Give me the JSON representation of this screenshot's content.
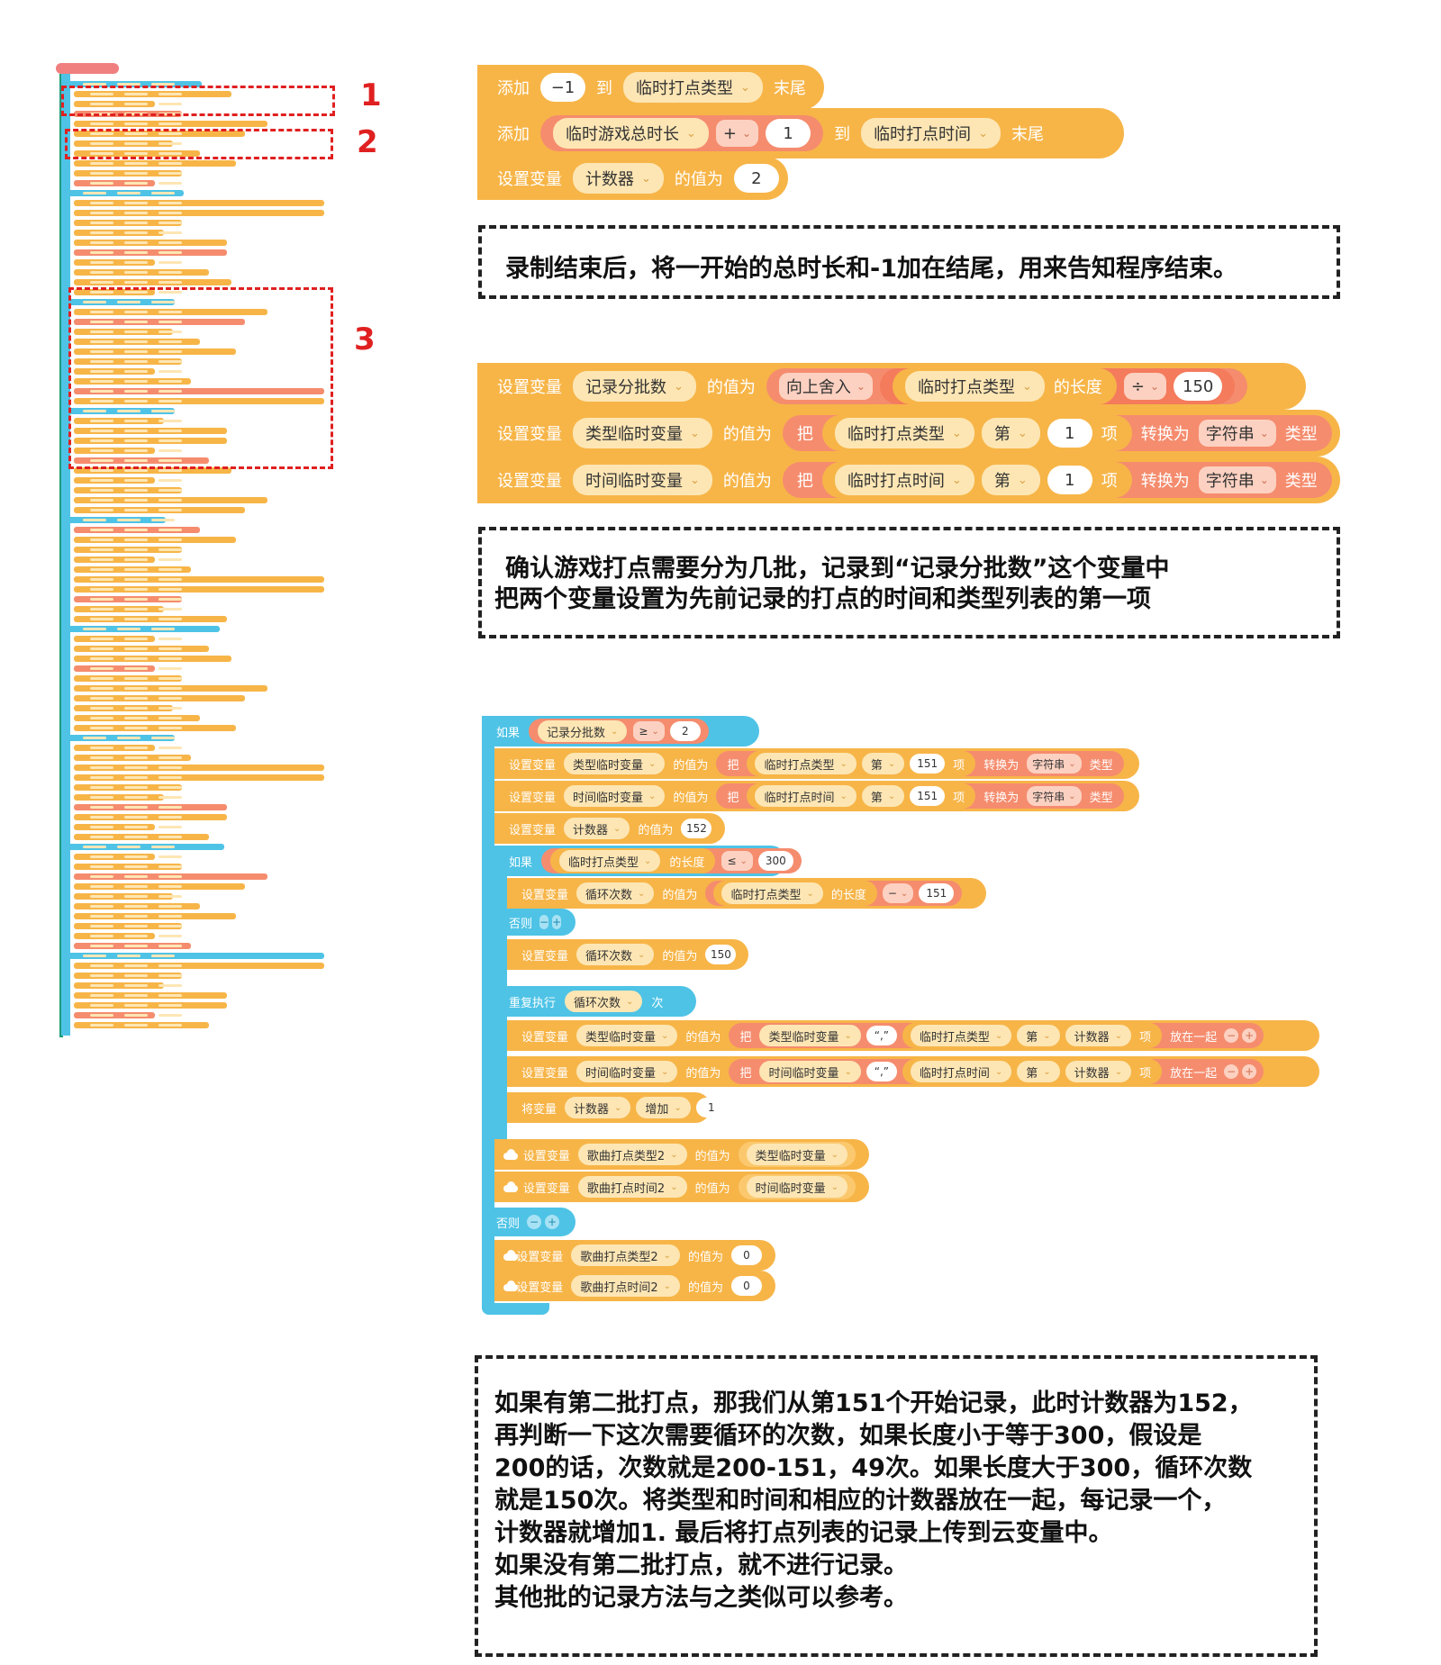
{
  "chev": "⌄",
  "annotations": {
    "n1": "1",
    "n2": "2",
    "n3": "3"
  },
  "section1": {
    "row1": {
      "kw1": "添加",
      "v1": "−1",
      "kw2": "到",
      "list": "临时打点类型",
      "kw3": "末尾"
    },
    "row2": {
      "kw1": "添加",
      "var": "临时游戏总时长",
      "op": "+",
      "v1": "1",
      "kw2": "到",
      "list": "临时打点时间",
      "kw3": "末尾"
    },
    "row3": {
      "kw1": "设置变量",
      "var": "计数器",
      "kw2": "的值为",
      "v1": "2"
    },
    "note": "录制结束后，将一开始的总时长和-1加在结尾，用来告知程序结束。"
  },
  "section2": {
    "row1": {
      "kw1": "设置变量",
      "var": "记录分批数",
      "kw2": "的值为",
      "fn": "向上舍入",
      "list": "临时打点类型",
      "kw3": "的长度",
      "op": "÷",
      "v1": "150"
    },
    "row2": {
      "kw1": "设置变量",
      "var": "类型临时变量",
      "kw2": "的值为",
      "kw3": "把",
      "list": "临时打点类型",
      "kw4": "第",
      "v1": "1",
      "kw5": "项",
      "kw6": "转换为",
      "type": "字符串",
      "kw7": "类型"
    },
    "row3": {
      "kw1": "设置变量",
      "var": "时间临时变量",
      "kw2": "的值为",
      "kw3": "把",
      "list": "临时打点时间",
      "kw4": "第",
      "v1": "1",
      "kw5": "项",
      "kw6": "转换为",
      "type": "字符串",
      "kw7": "类型"
    },
    "note_l1": "确认游戏打点需要分为几批，记录到“记录分批数”这个变量中",
    "note_l2": "把两个变量设置为先前记录的打点的时间和类型列表的第一项"
  },
  "section3": {
    "if1": {
      "kw": "如果",
      "var": "记录分批数",
      "op": "≥",
      "v1": "2"
    },
    "r1": {
      "kw1": "设置变量",
      "var": "类型临时变量",
      "kw2": "的值为",
      "kw3": "把",
      "list": "临时打点类型",
      "kw4": "第",
      "v1": "151",
      "kw5": "项",
      "kw6": "转换为",
      "type": "字符串",
      "kw7": "类型"
    },
    "r2": {
      "kw1": "设置变量",
      "var": "时间临时变量",
      "kw2": "的值为",
      "kw3": "把",
      "list": "临时打点时间",
      "kw4": "第",
      "v1": "151",
      "kw5": "项",
      "kw6": "转换为",
      "type": "字符串",
      "kw7": "类型"
    },
    "r3": {
      "kw1": "设置变量",
      "var": "计数器",
      "kw2": "的值为",
      "v1": "152"
    },
    "if2": {
      "kw": "如果",
      "list": "临时打点类型",
      "kw2": "的长度",
      "op": "≤",
      "v1": "300"
    },
    "r4": {
      "kw1": "设置变量",
      "var": "循环次数",
      "kw2": "的值为",
      "list": "临时打点类型",
      "kw3": "的长度",
      "op": "−",
      "v1": "151"
    },
    "else1": {
      "kw": "否则",
      "minus": "−",
      "plus": "+"
    },
    "r5": {
      "kw1": "设置变量",
      "var": "循环次数",
      "kw2": "的值为",
      "v1": "150"
    },
    "rep": {
      "kw": "重复执行",
      "var": "循环次数",
      "kw2": "次"
    },
    "r6": {
      "kw1": "设置变量",
      "var": "类型临时变量",
      "kw2": "的值为",
      "kw3": "把",
      "var2": "类型临时变量",
      "str": "“,”",
      "list": "临时打点类型",
      "kw4": "第",
      "idx": "计数器",
      "kw5": "项",
      "kw6": "放在一起",
      "minus": "−",
      "plus": "+"
    },
    "r7": {
      "kw1": "设置变量",
      "var": "时间临时变量",
      "kw2": "的值为",
      "kw3": "把",
      "var2": "时间临时变量",
      "str": "“,”",
      "list": "临时打点时间",
      "kw4": "第",
      "idx": "计数器",
      "kw5": "项",
      "kw6": "放在一起",
      "minus": "−",
      "plus": "+"
    },
    "r8": {
      "kw1": "将变量",
      "var": "计数器",
      "op": "增加",
      "v1": "1"
    },
    "c1": {
      "kw1": "设置变量",
      "var": "歌曲打点类型2",
      "kw2": "的值为",
      "val": "类型临时变量"
    },
    "c2": {
      "kw1": "设置变量",
      "var": "歌曲打点时间2",
      "kw2": "的值为",
      "val": "时间临时变量"
    },
    "else2": {
      "kw": "否则",
      "minus": "−",
      "plus": "+"
    },
    "c3": {
      "kw1": "设置变量",
      "var": "歌曲打点类型2",
      "kw2": "的值为",
      "v1": "0"
    },
    "c4": {
      "kw1": "设置变量",
      "var": "歌曲打点时间2",
      "kw2": "的值为",
      "v1": "0"
    }
  },
  "note3": [
    "如果有第二批打点，那我们从第151个开始记录，此时计数器为152，",
    "再判断一下这次需要循环的次数，如果长度小于等于300，假设是",
    "200的话，次数就是200-151，49次。如果长度大于300，循环次数",
    "就是150次。将类型和时间和相应的计数器放在一起，每记录一个，",
    "计数器就增加1. 最后将打点列表的记录上传到云变量中。",
    "如果没有第二批打点，就不进行记录。",
    "其他批的记录方法与之类似可以参考。"
  ]
}
